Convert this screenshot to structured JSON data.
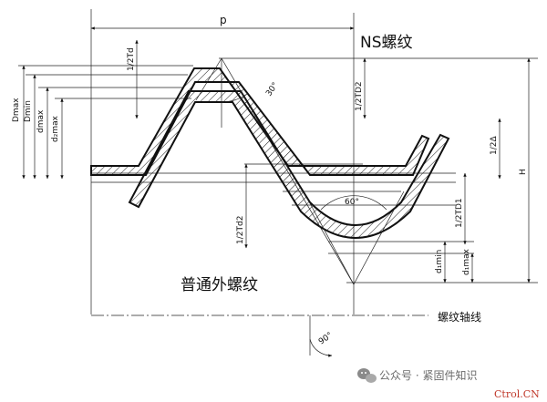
{
  "labels": {
    "pitch": "p",
    "ns_title": "NS螺纹",
    "ordinary_title": "普通外螺纹",
    "thread_axis": "螺纹轴线",
    "height": "H",
    "half_delta": "1/2Δ",
    "half_Td": "1/2Td",
    "half_TD2": "1/2TD2",
    "half_Td2": "1/2Td2",
    "half_TD1": "1/2TD1",
    "d_max": "dmax",
    "d_min": "dmin",
    "d2_max": "d₂max",
    "d1_max": "d₁max",
    "D_max": "Dmax",
    "D_min": "Dmin",
    "d1_min": "d₁min",
    "angle_30": "30°",
    "angle_60": "60°",
    "angle_90": "90°"
  },
  "watermark": {
    "text": "公众号 · 紧固件知识",
    "site": "Ctrol.CN"
  },
  "colors": {
    "line": "#111111",
    "brand": "#c0392b",
    "watermark": "#6b6b6b"
  },
  "icons": [
    "wechat-icon"
  ]
}
